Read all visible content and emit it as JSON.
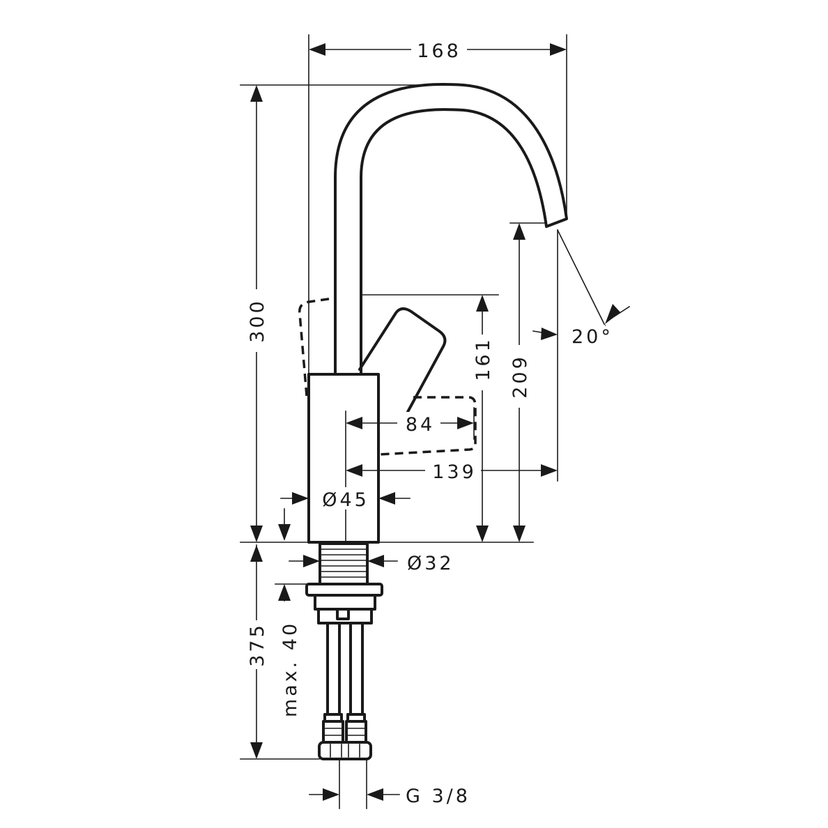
{
  "dimensions": {
    "total_width": "168",
    "total_height": "300",
    "spout_height": "209",
    "handle_height": "161",
    "handle_reach": "84",
    "spout_reach": "139",
    "body_diameter": "Ø45",
    "shank_diameter": "Ø32",
    "below_deck_length": "375",
    "max_deck_thickness": "max. 40",
    "connection_thread": "G 3/8",
    "spray_angle": "20°"
  },
  "colors": {
    "line": "#1a1a1a",
    "background": "#ffffff"
  }
}
